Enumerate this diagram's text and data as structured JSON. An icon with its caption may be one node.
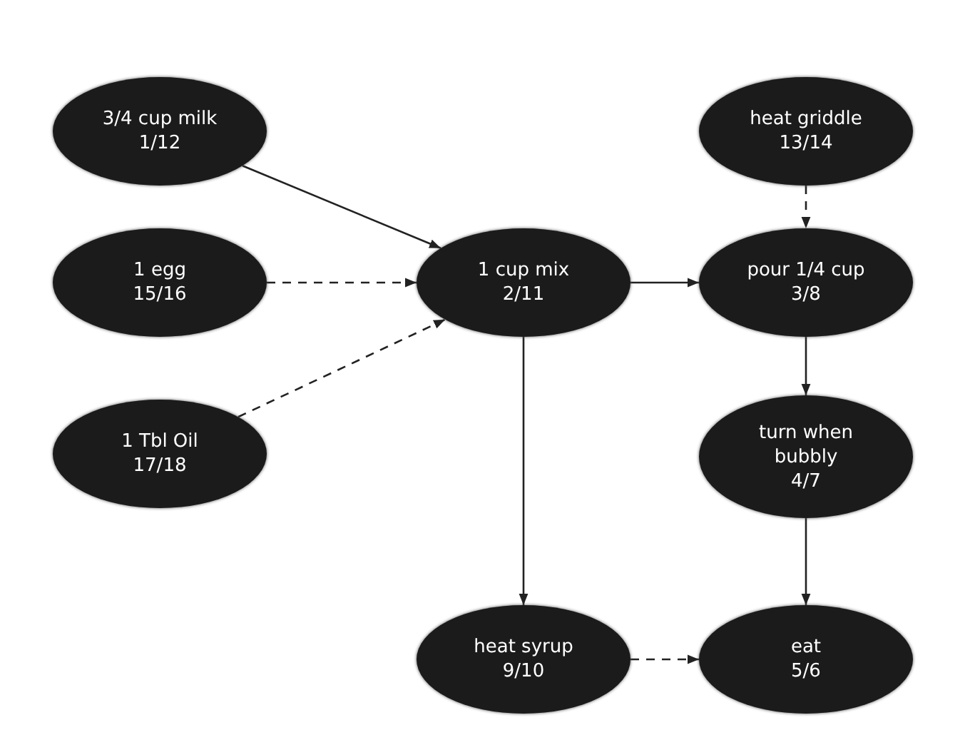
{
  "diagram": {
    "nodes": [
      {
        "text": [
          "3/4 cup milk",
          "1/12"
        ]
      },
      {
        "text": [
          "1 egg",
          "15/16"
        ]
      },
      {
        "text": [
          "1 Tbl Oil",
          "17/18"
        ]
      },
      {
        "text": [
          "1 cup mix",
          "2/11"
        ]
      },
      {
        "text": [
          "heat griddle",
          "13/14"
        ]
      },
      {
        "text": [
          "pour 1/4 cup",
          "3/8"
        ]
      },
      {
        "text": [
          "turn when bubbly",
          "4/7"
        ]
      },
      {
        "text": [
          "heat syrup",
          "9/10"
        ]
      },
      {
        "text": [
          "eat",
          "5/6"
        ]
      }
    ],
    "edges": [
      {
        "from": 0,
        "to": 3,
        "arrow": "to"
      },
      {
        "from": 1,
        "to": 3,
        "arrow": "to",
        "style": "dashed"
      },
      {
        "from": 2,
        "to": 3,
        "arrow": "to",
        "style": "dashed"
      },
      {
        "from": 3,
        "to": 5,
        "arrow": "to"
      },
      {
        "from": 4,
        "to": 5,
        "arrow": "to",
        "style": "dashed"
      },
      {
        "from": 5,
        "to": 6,
        "arrow": "to"
      },
      {
        "from": 3,
        "to": 7,
        "arrow": "to"
      },
      {
        "from": 6,
        "to": 8,
        "arrow": "to"
      },
      {
        "from": 7,
        "to": 8,
        "arrow": "to",
        "style": "dashed"
      }
    ]
  }
}
